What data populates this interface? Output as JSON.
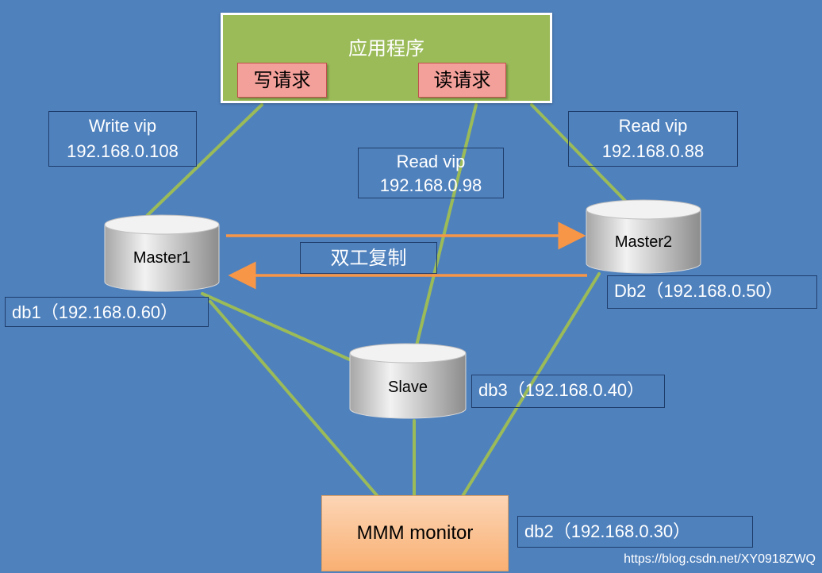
{
  "app": {
    "title": "应用程序",
    "write_request": "写请求",
    "read_request": "读请求"
  },
  "vips": {
    "write": {
      "name": "Write vip",
      "ip": "192.168.0.108"
    },
    "read_left": {
      "name": "Read vip",
      "ip": "192.168.0.98"
    },
    "read_right": {
      "name": "Read vip",
      "ip": "192.168.0.88"
    }
  },
  "databases": {
    "master1": {
      "name": "Master1",
      "address": "db1（192.168.0.60）"
    },
    "master2": {
      "name": "Master2",
      "address": "Db2（192.168.0.50）"
    },
    "slave": {
      "name": "Slave",
      "address": "db3（192.168.0.40）"
    }
  },
  "replication": {
    "label": "双工复制"
  },
  "monitor": {
    "name": "MMM  monitor",
    "address": "db2（192.168.0.30）"
  },
  "watermark": "https://blog.csdn.net/XY0918ZWQ",
  "colors": {
    "background": "#4f81bd",
    "app_box": "#9bbb59",
    "connector": "#9bbb59",
    "arrow": "#f79646",
    "request_box": "#f4a09a",
    "monitor_box": "#fac08f"
  }
}
